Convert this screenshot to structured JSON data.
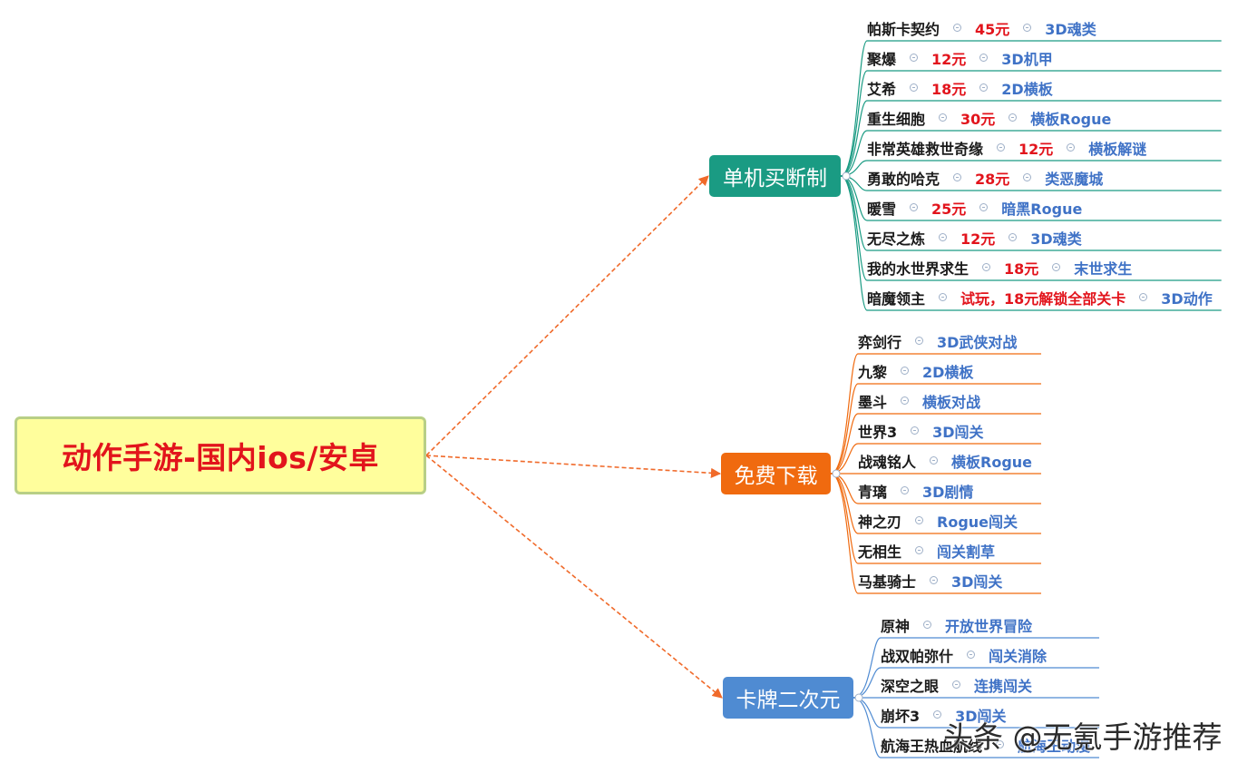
{
  "root": {
    "label": "动作手游-国内ios/安卓"
  },
  "colors": {
    "root_text": "#e2141c",
    "root_fill": "#fffe9c",
    "branch_buy": "#1a9b83",
    "branch_free": "#f06a0f",
    "branch_card": "#4f8bd2",
    "link_arrow": "#f06a2a",
    "name": "#1a1a1a",
    "price": "#e2141c",
    "genre": "#3f72c6"
  },
  "branches": [
    {
      "label": "单机买断制",
      "items": [
        {
          "name": "帕斯卡契约",
          "price": "45元",
          "genre": "3D魂类"
        },
        {
          "name": "聚爆",
          "price": "12元",
          "genre": "3D机甲"
        },
        {
          "name": "艾希",
          "price": "18元",
          "genre": "2D横板"
        },
        {
          "name": "重生细胞",
          "price": "30元",
          "genre": "横板Rogue"
        },
        {
          "name": "非常英雄救世奇缘",
          "price": "12元",
          "genre": "横板解谜"
        },
        {
          "name": "勇敢的哈克",
          "price": "28元",
          "genre": "类恶魔城"
        },
        {
          "name": "暖雪",
          "price": "25元",
          "genre": "暗黑Rogue"
        },
        {
          "name": "无尽之炼",
          "price": "12元",
          "genre": "3D魂类"
        },
        {
          "name": "我的水世界求生",
          "price": "18元",
          "genre": "末世求生"
        },
        {
          "name": "暗魔领主",
          "price": "试玩，18元解锁全部关卡",
          "genre": "3D动作"
        }
      ]
    },
    {
      "label": "免费下载",
      "items": [
        {
          "name": "弈剑行",
          "genre": "3D武侠对战"
        },
        {
          "name": "九黎",
          "genre": "2D横板"
        },
        {
          "name": "墨斗",
          "genre": "横板对战"
        },
        {
          "name": "世界3",
          "genre": "3D闯关"
        },
        {
          "name": "战魂铭人",
          "genre": "横板Rogue"
        },
        {
          "name": "青璃",
          "genre": "3D剧情"
        },
        {
          "name": "神之刃",
          "genre": "Rogue闯关"
        },
        {
          "name": "无相生",
          "genre": "闯关割草"
        },
        {
          "name": "马基骑士",
          "genre": "3D闯关"
        }
      ]
    },
    {
      "label": "卡牌二次元",
      "items": [
        {
          "name": "原神",
          "genre": "开放世界冒险"
        },
        {
          "name": "战双帕弥什",
          "genre": "闯关消除"
        },
        {
          "name": "深空之眼",
          "genre": "连携闯关"
        },
        {
          "name": "崩坏3",
          "genre": "3D闯关"
        },
        {
          "name": "航海王热血航线",
          "genre": "航海王动漫"
        }
      ]
    }
  ],
  "watermark": "头条 @无氪手游推荐"
}
